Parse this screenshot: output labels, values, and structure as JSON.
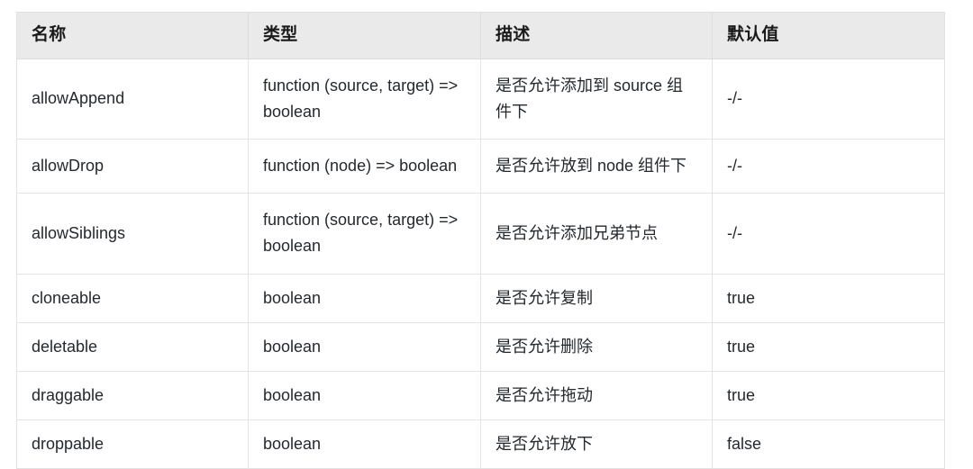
{
  "table": {
    "name": "component-props-table",
    "columns": [
      {
        "key": "name",
        "label": "名称"
      },
      {
        "key": "type",
        "label": "类型"
      },
      {
        "key": "desc",
        "label": "描述"
      },
      {
        "key": "default",
        "label": "默认值"
      }
    ],
    "rows": [
      {
        "name": "allowAppend",
        "type": "function (source, target) => boolean",
        "desc": "是否允许添加到 source 组件下",
        "default": "-/-",
        "tall": true
      },
      {
        "name": "allowDrop",
        "type": "function (node) => boolean",
        "desc": "是否允许放到 node 组件下",
        "default": "-/-",
        "tall": true
      },
      {
        "name": "allowSiblings",
        "type": "function (source, target) => boolean",
        "desc": "是否允许添加兄弟节点",
        "default": "-/-",
        "tall": true
      },
      {
        "name": "cloneable",
        "type": "boolean",
        "desc": "是否允许复制",
        "default": "true",
        "tall": false
      },
      {
        "name": "deletable",
        "type": "boolean",
        "desc": "是否允许删除",
        "default": "true",
        "tall": false
      },
      {
        "name": "draggable",
        "type": "boolean",
        "desc": "是否允许拖动",
        "default": "true",
        "tall": false
      },
      {
        "name": "droppable",
        "type": "boolean",
        "desc": "是否允许放下",
        "default": "false",
        "tall": false
      }
    ]
  },
  "colors": {
    "header_background": "#eaeaea",
    "body_background": "#ffffff",
    "border": "#e4e4e4",
    "header_border": "#dcdcdc",
    "text": "#24292e",
    "header_text": "#1a1a1a"
  }
}
